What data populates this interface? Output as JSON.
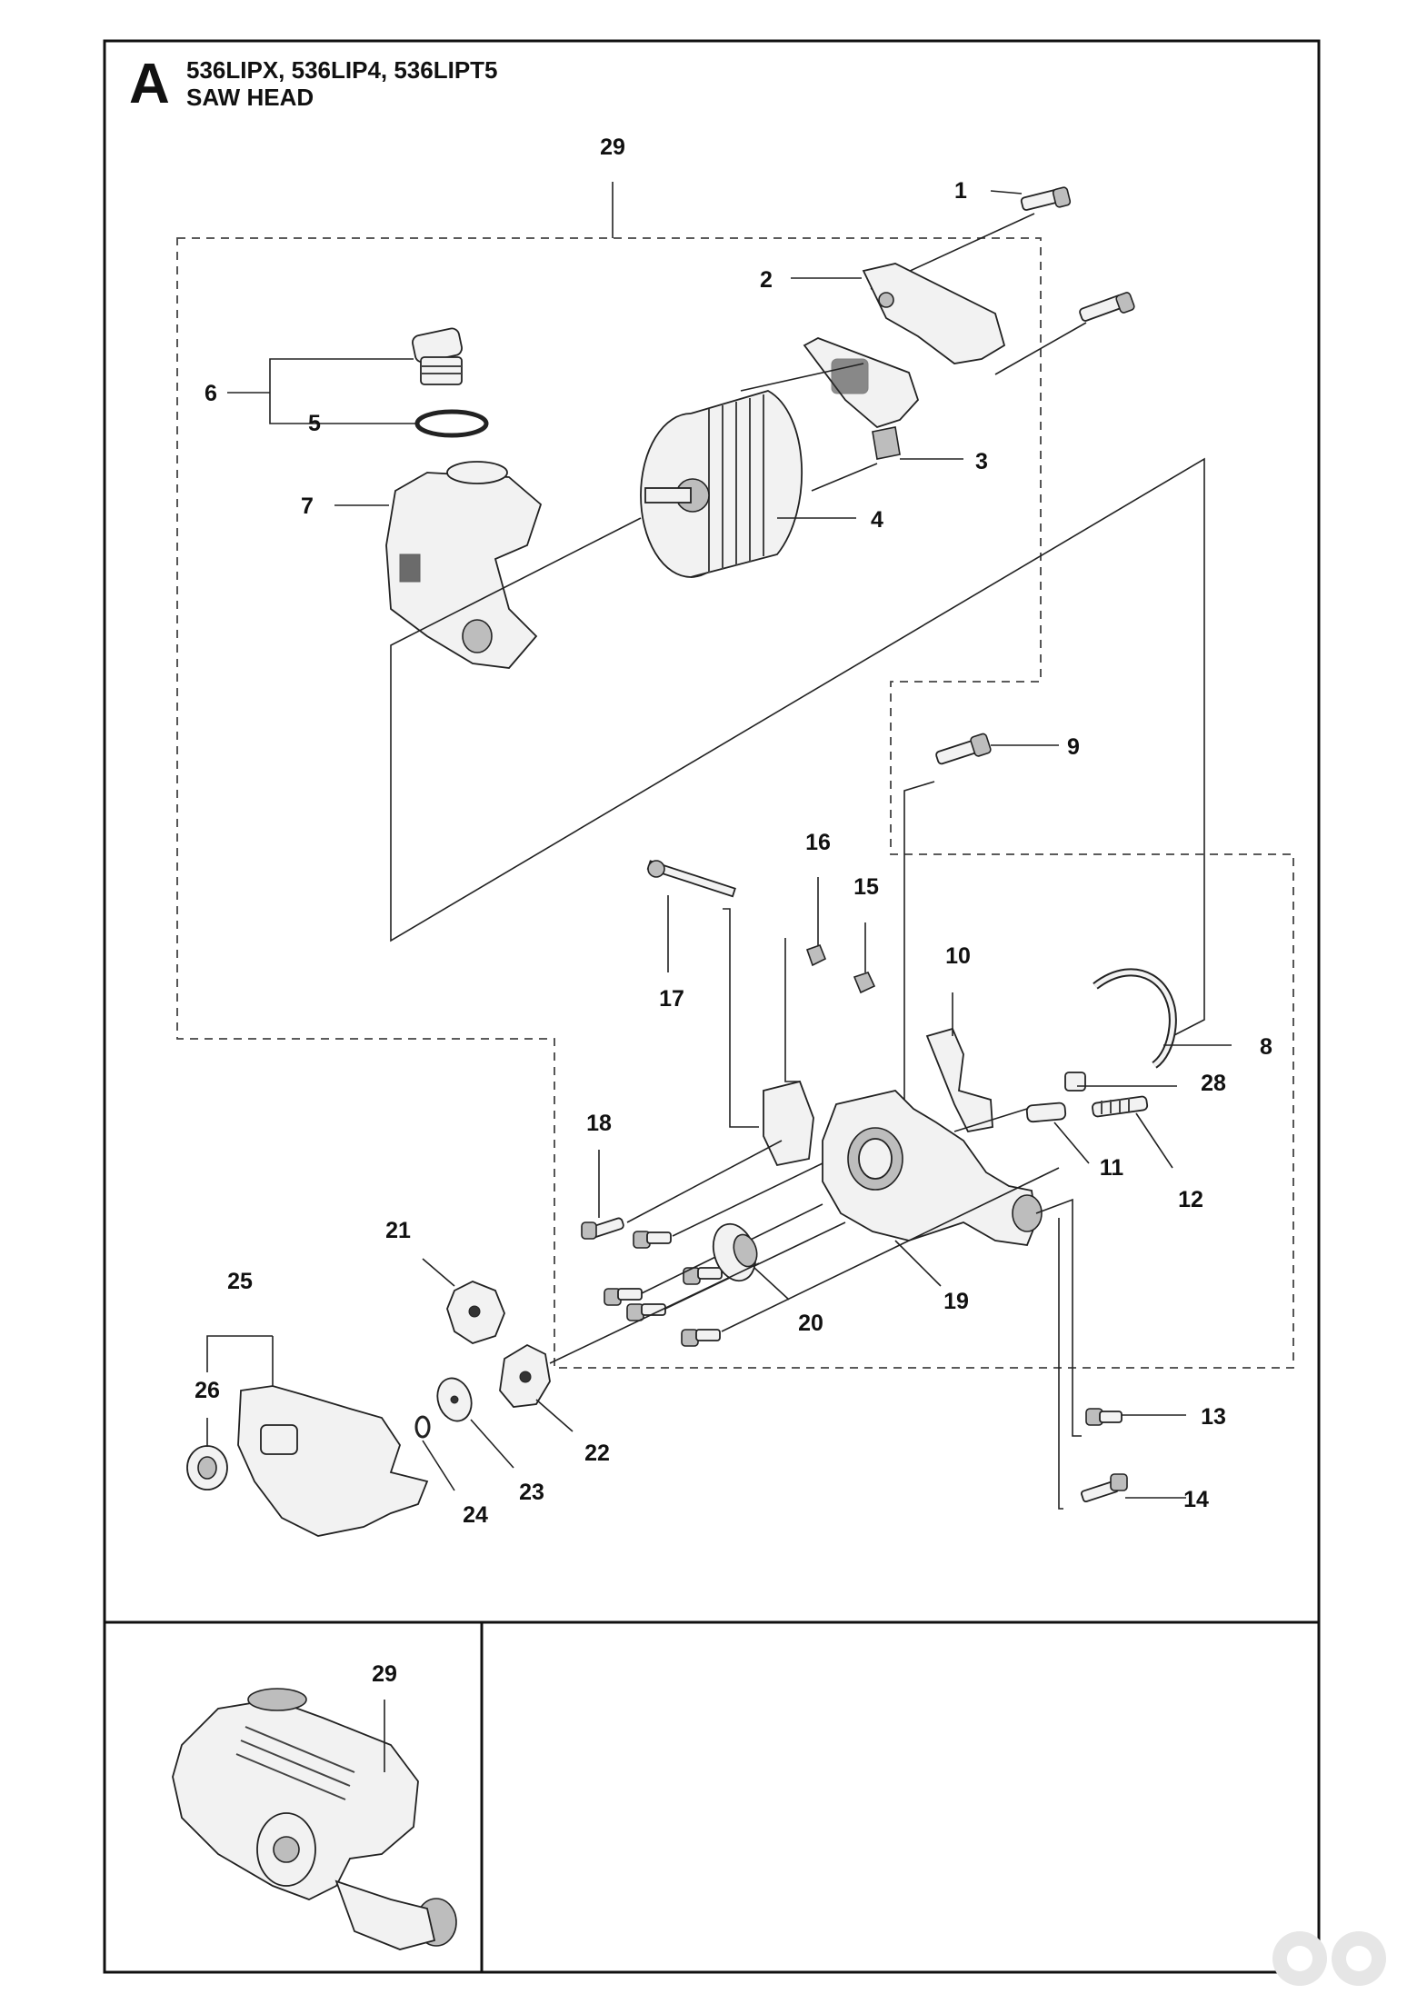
{
  "header": {
    "section_letter": "A",
    "models": "536LIPX, 536LIP4, 536LIPT5",
    "title": "SAW HEAD"
  },
  "labels": {
    "p1": "1",
    "p2": "2",
    "p3": "3",
    "p4": "4",
    "p5": "5",
    "p6": "6",
    "p7": "7",
    "p8": "8",
    "p9": "9",
    "p10": "10",
    "p11": "11",
    "p12": "12",
    "p13": "13",
    "p14": "14",
    "p15": "15",
    "p16": "16",
    "p17": "17",
    "p18": "18",
    "p19": "19",
    "p20": "20",
    "p21": "21",
    "p22": "22",
    "p23": "23",
    "p24": "24",
    "p25": "25",
    "p26": "26",
    "p28": "28",
    "p29": "29"
  },
  "inset": {
    "label": "29"
  }
}
